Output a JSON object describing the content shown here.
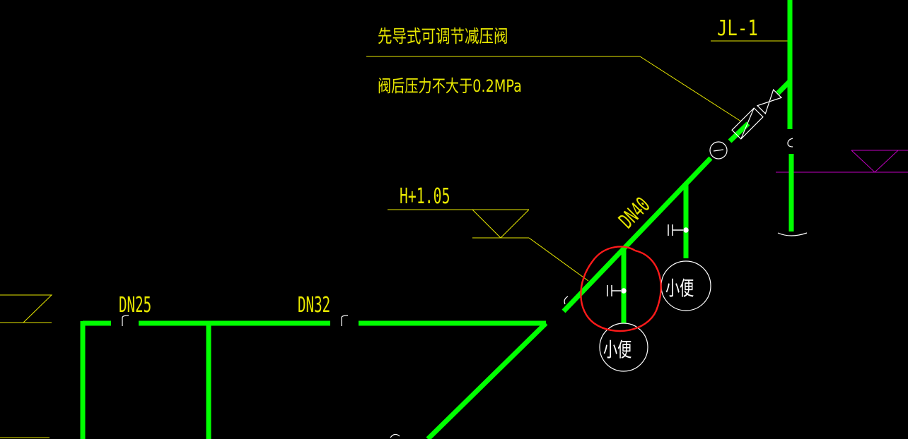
{
  "colors": {
    "background": "#000000",
    "pipe": "#00ff00",
    "annotation": "#e8e800",
    "fixture": "#ffffff",
    "reference": "#c000c0",
    "highlight": "#ff1a1a"
  },
  "annotations": {
    "valve_name": "先导式可调节减压阀",
    "valve_note": "阀后压力不大于0.2MPa",
    "riser_label": "JL-1",
    "elevation": "H+1.05",
    "pipe_dn25": "DN25",
    "pipe_dn32": "DN32",
    "pipe_dn40": "DN40"
  },
  "fixtures": [
    {
      "label": "小便"
    },
    {
      "label": "小便"
    }
  ],
  "icons": {
    "reducing_valve": "reducing-valve-icon",
    "gate_valve": "gate-valve-icon",
    "pressure_gauge": "pressure-gauge-icon",
    "elevation_marker": "elevation-triangle-icon",
    "flush_valve": "flush-valve-icon",
    "highlight": "red-circle-markup"
  }
}
